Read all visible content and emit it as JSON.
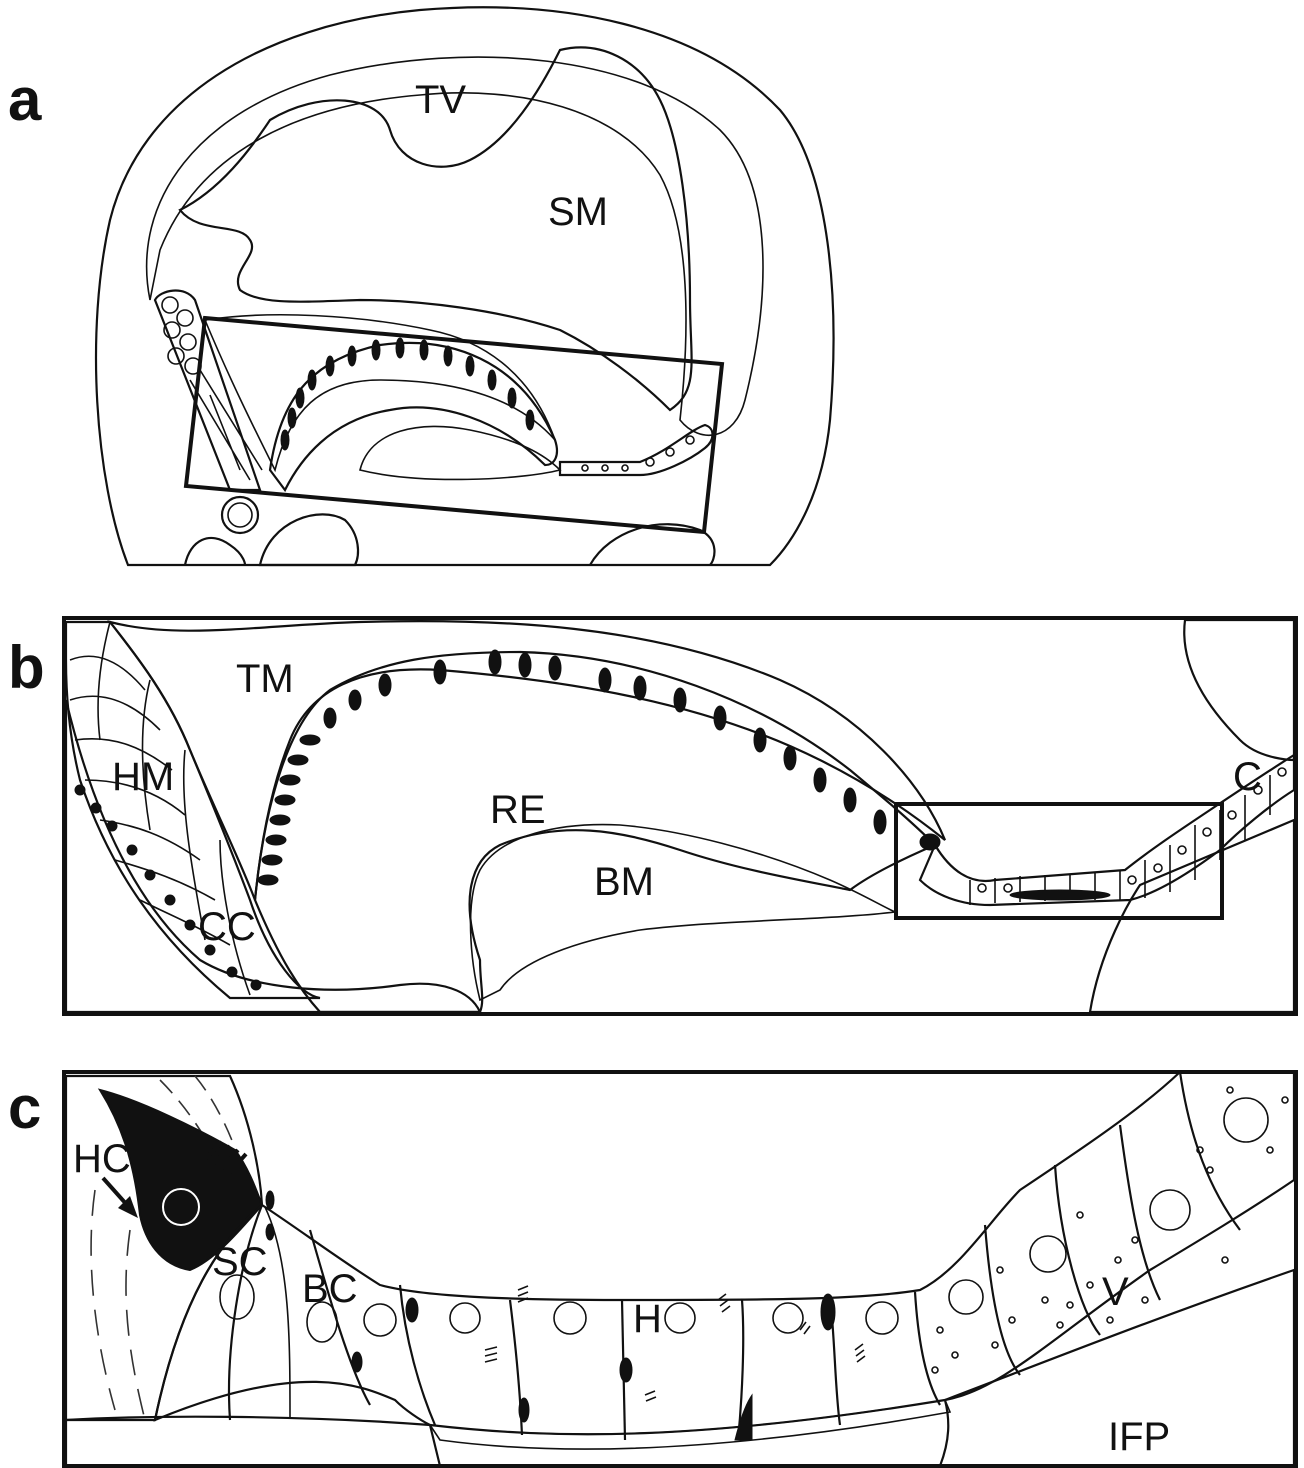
{
  "panels": {
    "a": {
      "letter": "a",
      "labels": {
        "tv": "TV",
        "sm": "SM"
      }
    },
    "b": {
      "letter": "b",
      "labels": {
        "tm": "TM",
        "hm": "HM",
        "re": "RE",
        "bm": "BM",
        "cc": "CC",
        "c": "C"
      }
    },
    "c": {
      "letter": "c",
      "labels": {
        "hc": "HC",
        "sc": "SC",
        "bc": "BC",
        "h": "H",
        "v": "V",
        "ifp": "IFP"
      }
    }
  },
  "colors": {
    "ink": "#111111",
    "background": "#ffffff"
  },
  "icons": {
    "arrow": "arrow-icon"
  }
}
